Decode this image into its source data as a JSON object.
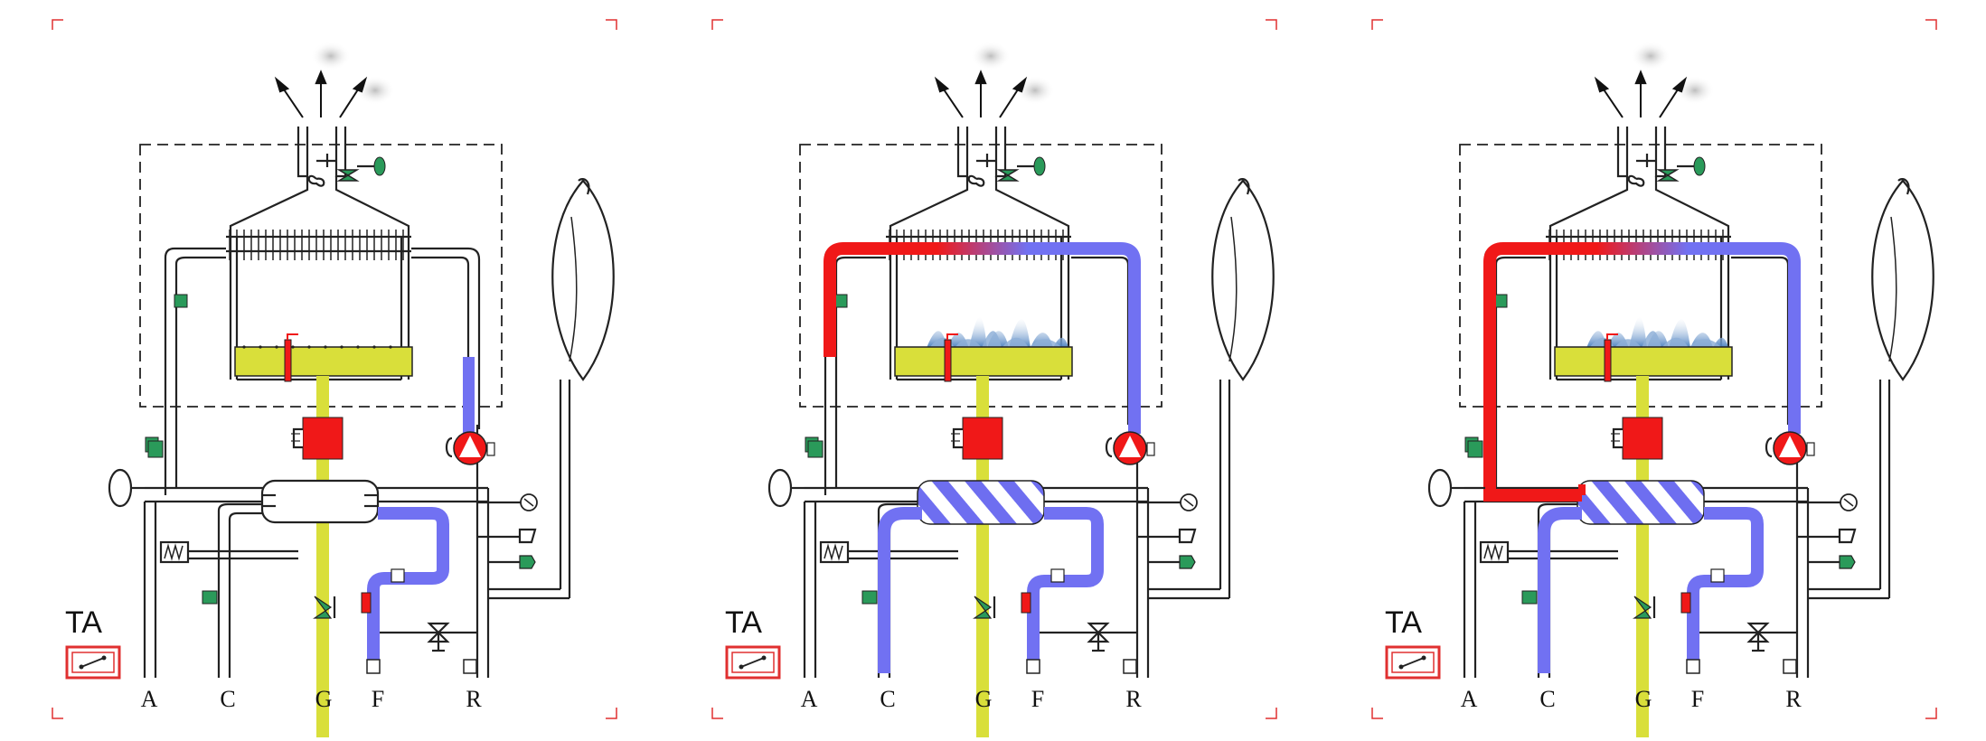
{
  "colors": {
    "hot": "#f01818",
    "cold": "#7171f2",
    "gas": "#d9df3a",
    "component": "#2a9a5a",
    "burner": "#d9df3a",
    "flame": "#8fb0d8",
    "crop_mark": "#e03030"
  },
  "icons": [
    "fan-icon",
    "gas-valve-icon",
    "pump-icon",
    "thermostat-icon",
    "pressure-gauge-icon",
    "expansion-vessel-icon",
    "flow-switch-icon",
    "temperature-sensor-icon",
    "drain-valve-icon"
  ],
  "panels": [
    {
      "ta_label": "TA",
      "connection_labels": [
        "A",
        "C",
        "G",
        "F",
        "R"
      ],
      "burner_on": false,
      "heat_exchanger_active": false,
      "heating_circuit_active": false
    },
    {
      "ta_label": "TA",
      "connection_labels": [
        "A",
        "C",
        "G",
        "F",
        "R"
      ],
      "burner_on": true,
      "heat_exchanger_active": true,
      "heating_circuit_active": false
    },
    {
      "ta_label": "TA",
      "connection_labels": [
        "A",
        "C",
        "G",
        "F",
        "R"
      ],
      "burner_on": true,
      "heat_exchanger_active": true,
      "heating_circuit_active": true
    }
  ]
}
